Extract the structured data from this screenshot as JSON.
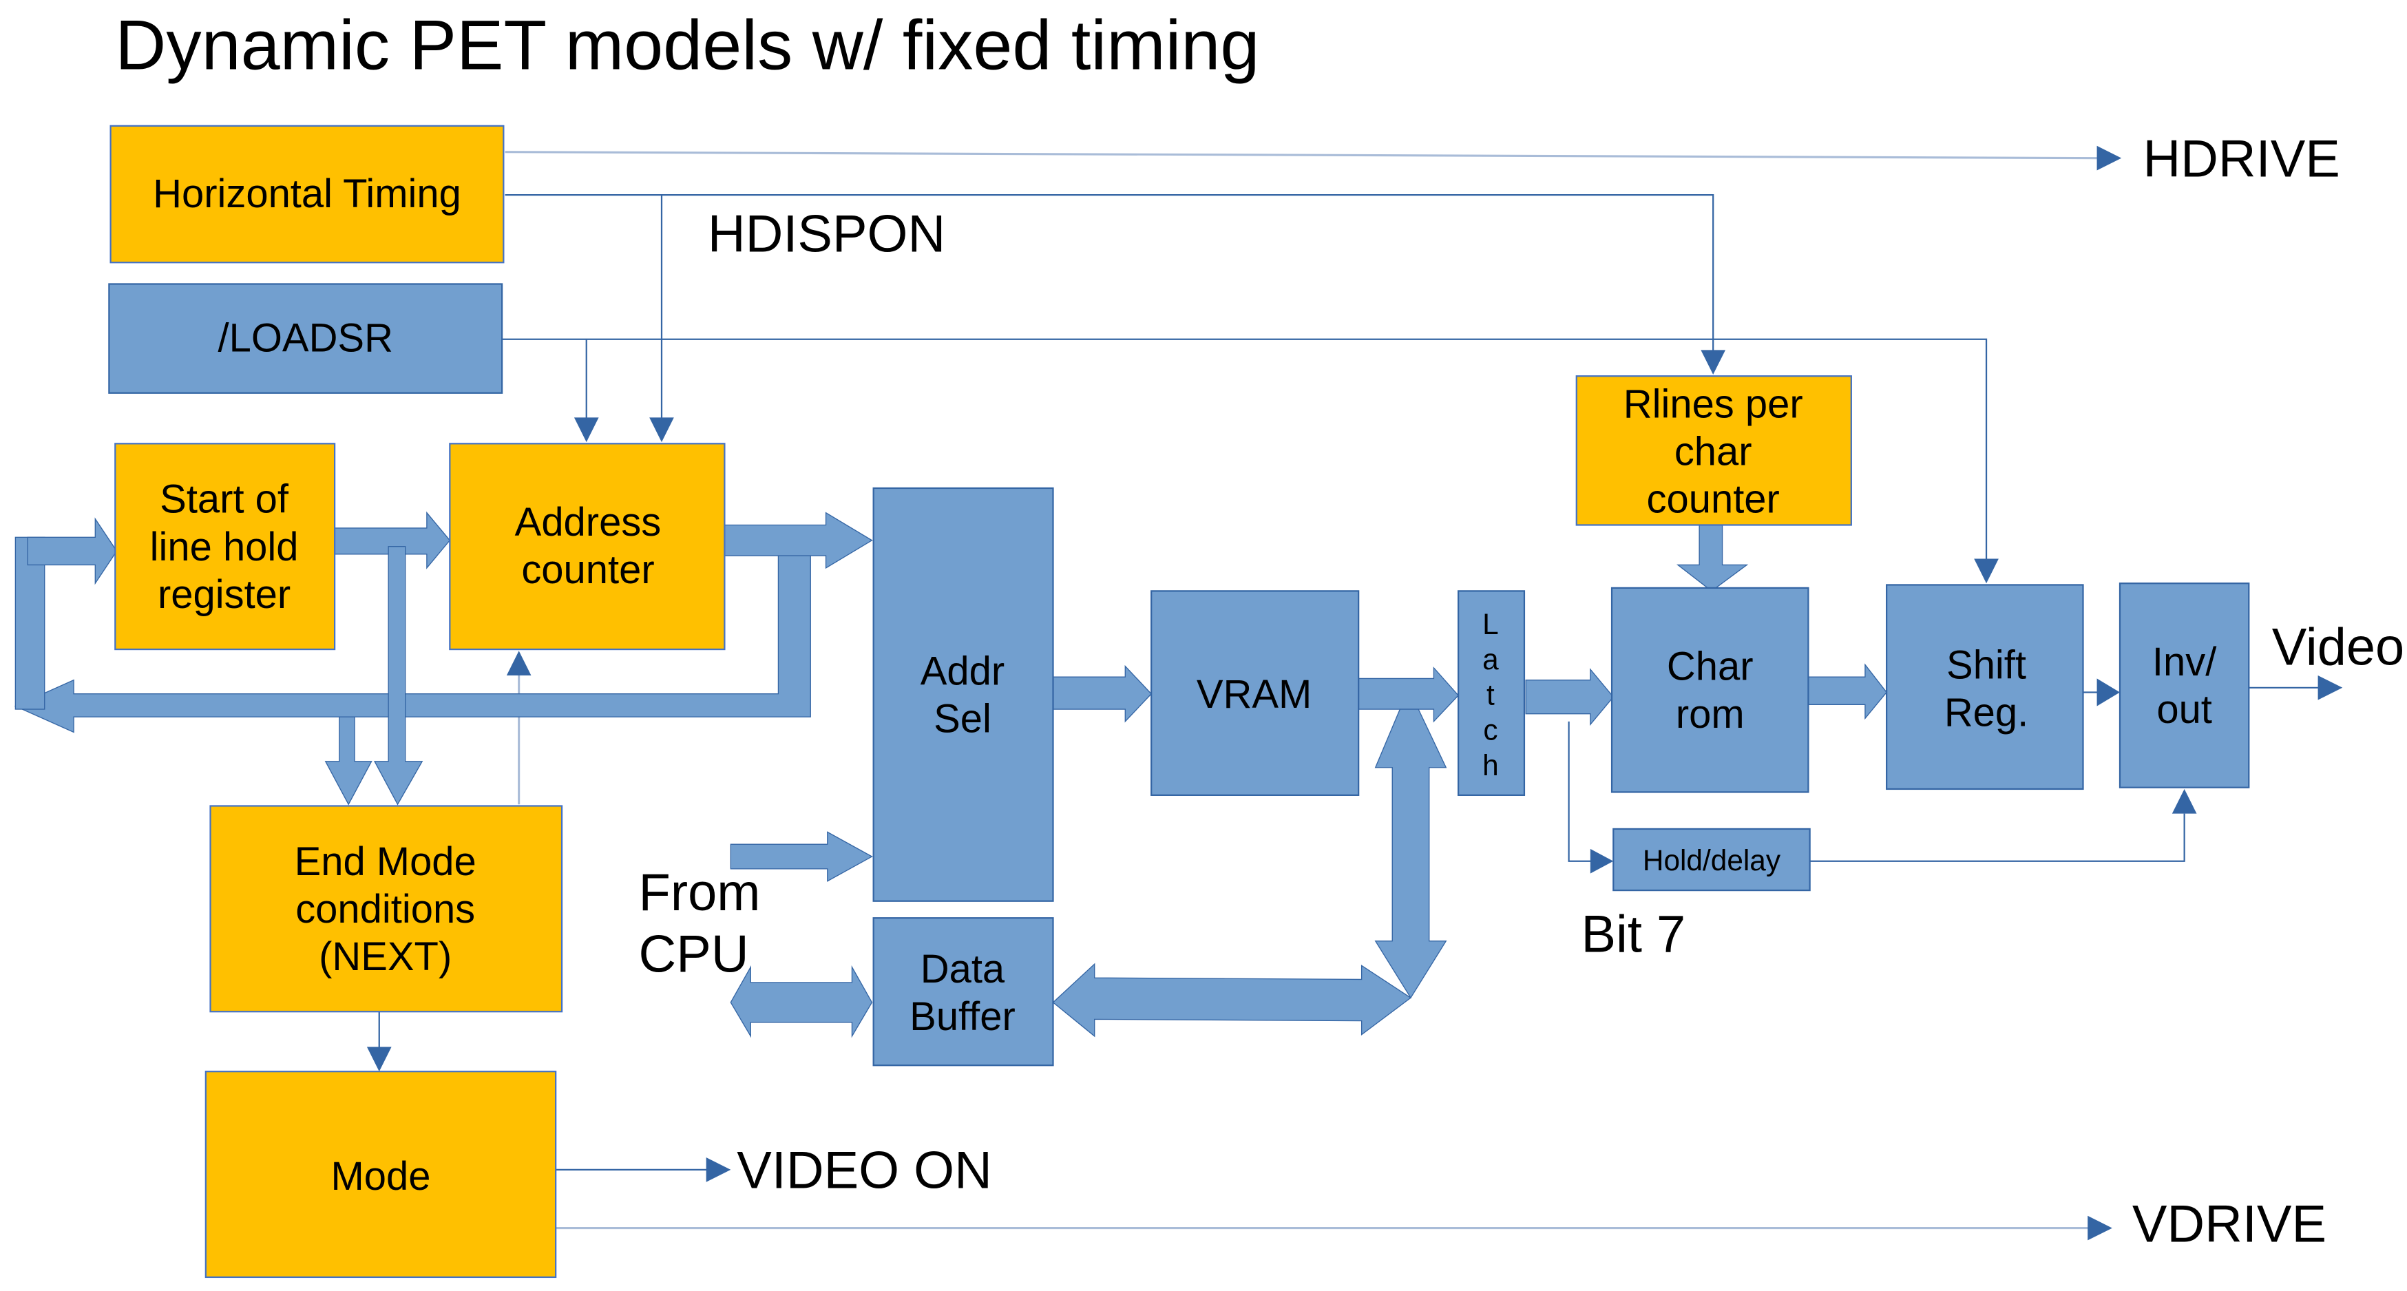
{
  "title": "Dynamic PET models w/ fixed timing",
  "blocks": {
    "horizontal_timing": "Horizontal Timing",
    "loadsr": "/LOADSR",
    "start_of_line": [
      "Start of",
      "line hold",
      "register"
    ],
    "address_counter": [
      "Address",
      "counter"
    ],
    "end_mode": [
      "End Mode",
      "conditions",
      "(NEXT)"
    ],
    "mode": "Mode",
    "addr_sel": [
      "Addr",
      "Sel"
    ],
    "data_buffer": [
      "Data",
      "Buffer"
    ],
    "vram": "VRAM",
    "latch": [
      "L",
      "a",
      "t",
      "c",
      "h"
    ],
    "rlines": [
      "Rlines per",
      "char",
      "counter"
    ],
    "char_rom": [
      "Char",
      "rom"
    ],
    "shift_reg": [
      "Shift",
      "Reg."
    ],
    "inv_out": [
      "Inv/",
      "out"
    ],
    "hold_delay": "Hold/delay"
  },
  "signals": {
    "hdrive": "HDRIVE",
    "hdispon": "HDISPON",
    "video": "Video",
    "from_cpu": [
      "From",
      "CPU"
    ],
    "bit7": "Bit 7",
    "video_on": "VIDEO ON",
    "vdrive": "VDRIVE"
  },
  "colors": {
    "control_block": "#ffc000",
    "data_block": "#729fcf",
    "wire": "#3465a4"
  }
}
